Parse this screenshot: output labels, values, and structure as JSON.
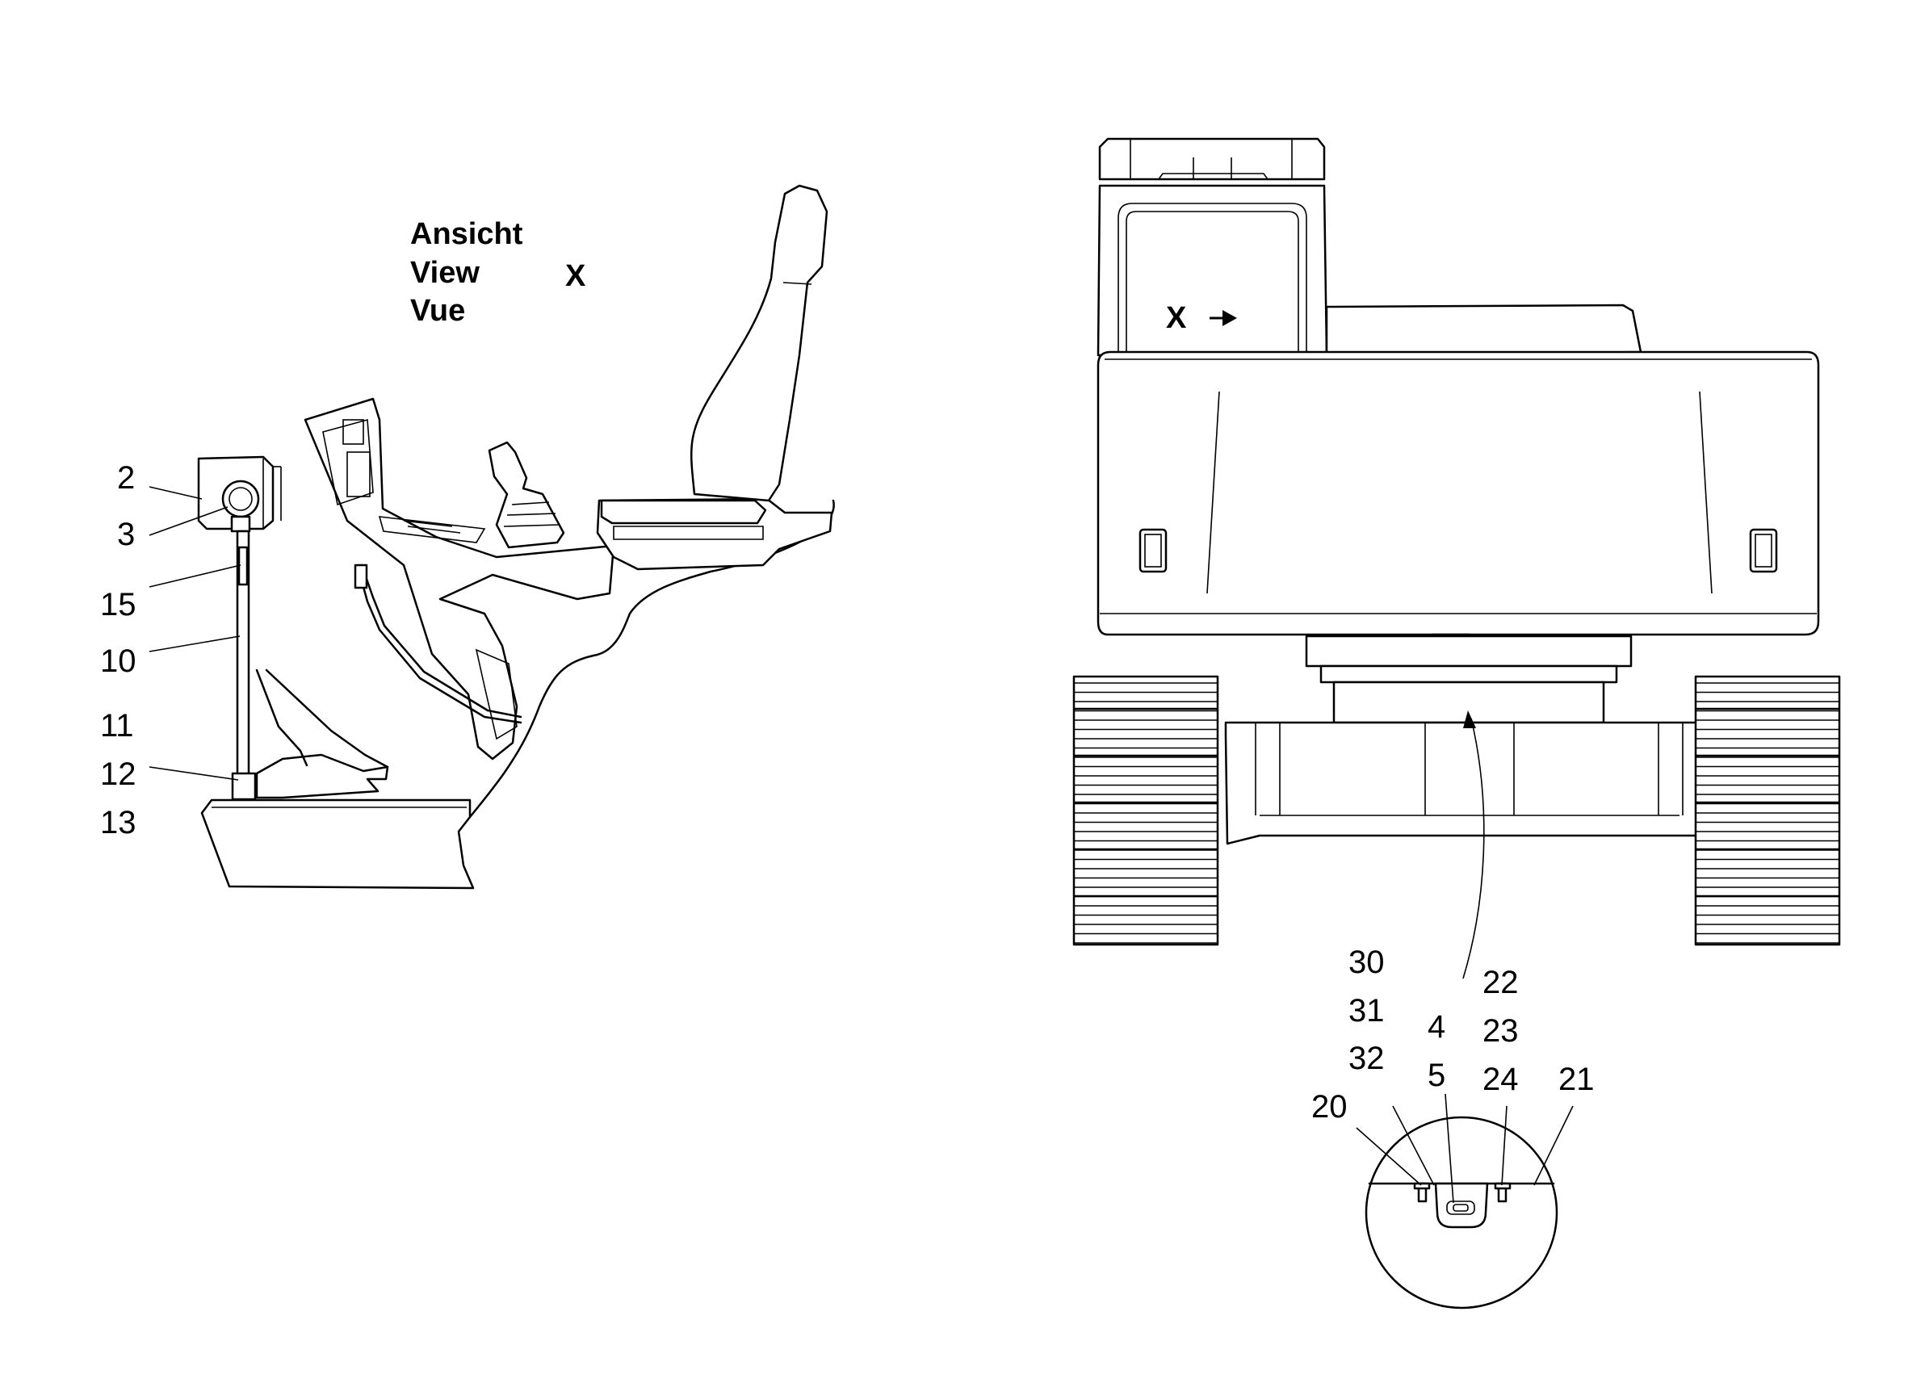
{
  "view_label": {
    "lines": [
      "Ansicht",
      "View",
      "Vue"
    ],
    "letter": "X"
  },
  "view_marker": {
    "letter": "X"
  },
  "callouts_left": [
    "2",
    "3",
    "15",
    "10",
    "11",
    "12",
    "13"
  ],
  "callouts_detail": [
    "30",
    "31",
    "32",
    "20",
    "4",
    "5",
    "22",
    "23",
    "24",
    "21"
  ],
  "colors": {
    "line": "#000000",
    "background": "#ffffff"
  }
}
